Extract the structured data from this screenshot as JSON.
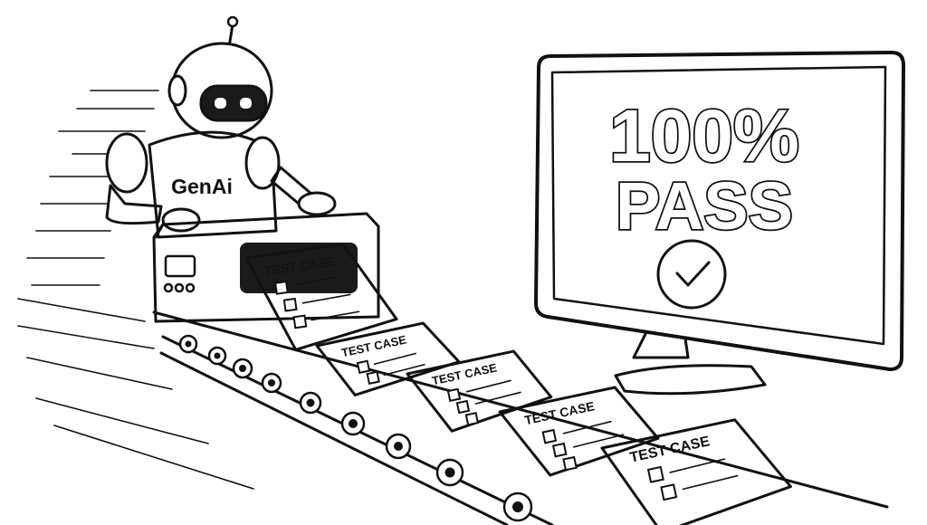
{
  "robot": {
    "chest_label": "GenAi"
  },
  "monitor": {
    "line1": "100%",
    "line2": "PASS",
    "icon": "checkmark-circle-icon"
  },
  "paper": {
    "label": "TEST CASE",
    "icon": "checkbox-checked-icon"
  },
  "colors": {
    "ink": "#111111",
    "paper": "#ffffff",
    "visor": "#1a1a1a"
  }
}
